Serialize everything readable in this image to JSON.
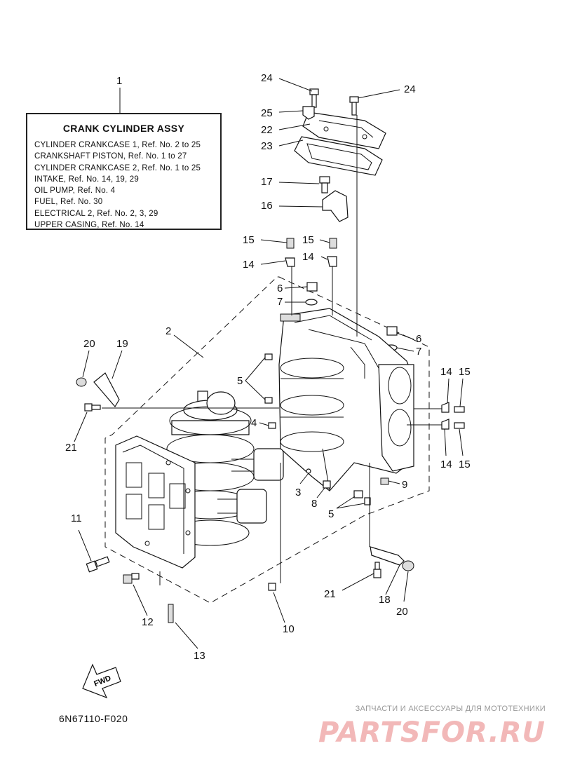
{
  "assembly_box": {
    "title": "CRANK CYLINDER ASSY",
    "rows": [
      "CYLINDER CRANKCASE 1,  Ref. No. 2 to 25",
      "CRANKSHAFT PISTON,  Ref. No. 1 to 27",
      "CYLINDER CRANKCASE 2,  Ref. No. 1 to 25",
      "INTAKE,  Ref. No. 14, 19, 29",
      "OIL PUMP,  Ref. No. 4",
      "FUEL,  Ref. No. 30",
      "ELECTRICAL 2,  Ref. No. 2, 3, 29",
      "UPPER CASING,  Ref. No. 14"
    ]
  },
  "callouts": {
    "c1": "1",
    "c2": "2",
    "c3": "3",
    "c4": "4",
    "c5a": "5",
    "c5b": "5",
    "c6a": "6",
    "c6b": "6",
    "c7a": "7",
    "c7b": "7",
    "c8": "8",
    "c9": "9",
    "c10": "10",
    "c11": "11",
    "c12": "12",
    "c13": "13",
    "c14a": "14",
    "c14b": "14",
    "c14c": "14",
    "c14d": "14",
    "c15a": "15",
    "c15b": "15",
    "c15c": "15",
    "c15d": "15",
    "c16": "16",
    "c17": "17",
    "c18": "18",
    "c19": "19",
    "c20a": "20",
    "c20b": "20",
    "c21a": "21",
    "c21b": "21",
    "c22": "22",
    "c23": "23",
    "c24a": "24",
    "c24b": "24",
    "c25": "25"
  },
  "fwd_label": "FWD",
  "diagram_code": "6N67110-F020",
  "watermark": {
    "caption": "ЗАПЧАСТИ И АКСЕССУАРЫ ДЛЯ МОТОТЕХНИКИ",
    "logo": "PARTSFOR.RU"
  }
}
